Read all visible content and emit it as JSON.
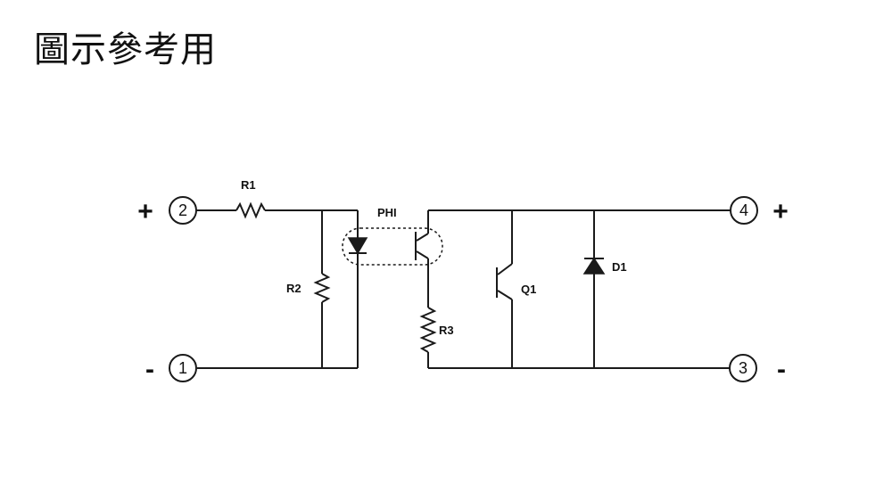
{
  "title": "圖示參考用",
  "diagram": {
    "terminals": [
      {
        "id": "t2",
        "number": "2",
        "sign": "+"
      },
      {
        "id": "t1",
        "number": "1",
        "sign": "-"
      },
      {
        "id": "t4",
        "number": "4",
        "sign": "+"
      },
      {
        "id": "t3",
        "number": "3",
        "sign": "-"
      }
    ],
    "components": {
      "r1": "R1",
      "r2": "R2",
      "r3": "R3",
      "phi": "PHI",
      "q1": "Q1",
      "d1": "D1"
    }
  }
}
